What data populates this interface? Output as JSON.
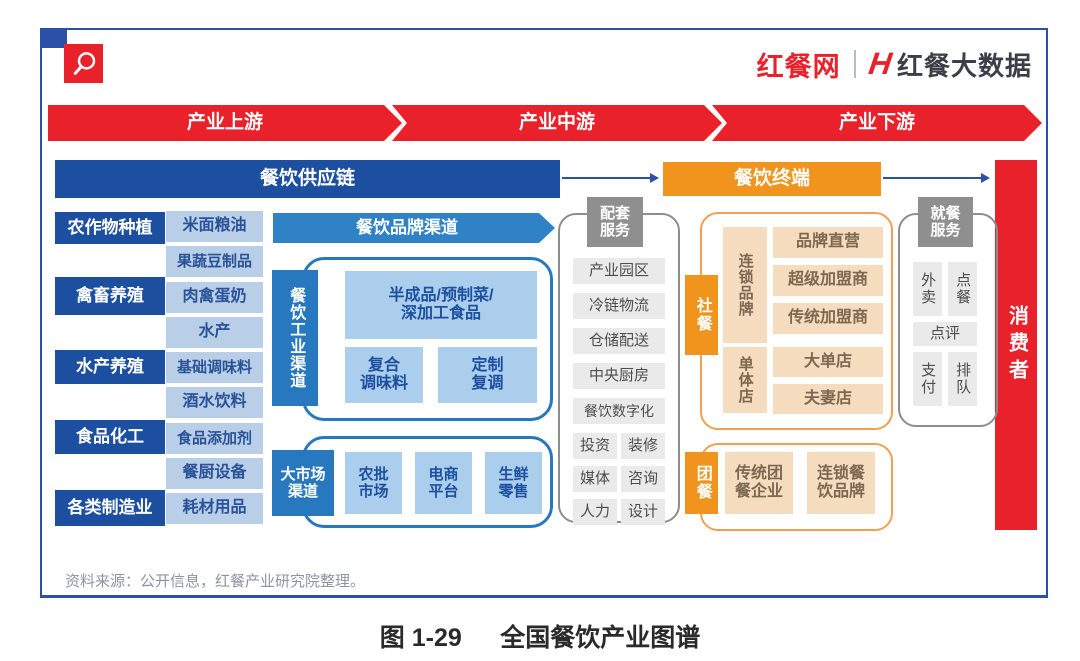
{
  "brand": {
    "site": "红餐网",
    "mark": "H",
    "bigdata": "红餐大数据"
  },
  "stages": [
    "产业上游",
    "产业中游",
    "产业下游"
  ],
  "headers": {
    "supply_chain": "餐饮供应链",
    "terminal": "餐饮终端",
    "consumer": "消费者"
  },
  "upstream": {
    "categories": [
      "农作物种植",
      "禽畜养殖",
      "水产养殖",
      "食品化工",
      "各类制造业"
    ],
    "products": [
      "米面粮油",
      "果蔬豆制品",
      "肉禽蛋奶",
      "水产",
      "基础调味料",
      "酒水饮料",
      "食品添加剂",
      "餐厨设备",
      "耗材用品"
    ]
  },
  "midstream": {
    "brand_channel": "餐饮品牌渠道",
    "industrial": {
      "label": "餐饮工业渠道",
      "main": "半成品/预制菜/\n深加工食品",
      "sub": [
        "复合\n调味料",
        "定制\n复调"
      ]
    },
    "market": {
      "label": "大市场\n渠道",
      "items": [
        "农批\n市场",
        "电商\n平台",
        "生鲜\n零售"
      ]
    }
  },
  "support": {
    "header": "配套\n服务",
    "items": [
      "产业园区",
      "冷链物流",
      "仓储配送",
      "中央厨房",
      "餐饮数字化"
    ],
    "pairs": [
      "投资",
      "装修",
      "媒体",
      "咨询",
      "人力",
      "设计"
    ]
  },
  "social": {
    "label": "社餐",
    "chain": {
      "label": "连锁品牌",
      "items": [
        "品牌直营",
        "超级加盟商",
        "传统加盟商"
      ]
    },
    "single": {
      "label": "单体店",
      "items": [
        "大单店",
        "夫妻店"
      ]
    }
  },
  "group": {
    "label": "团餐",
    "items": [
      "传统团\n餐企业",
      "连锁餐\n饮品牌"
    ]
  },
  "service": {
    "header": "就餐\n服务",
    "top": [
      "外卖",
      "点餐"
    ],
    "mid": "点评",
    "bottom": [
      "支付",
      "排队"
    ]
  },
  "footer": {
    "source": "资料来源：公开信息，红餐产业研究院整理。"
  },
  "caption": {
    "number": "图 1-29",
    "title": "全国餐饮产业图谱"
  },
  "colors": {
    "red": "#e8212b",
    "dark_blue": "#1d4fa0",
    "mid_blue": "#2878bf",
    "light_blue": "#b9cfe7",
    "inner_blue": "#abceec",
    "orange": "#f0941d",
    "light_orange": "#f6dcbe",
    "gray": "#8f8f8f",
    "light_gray": "#eaeaea"
  }
}
